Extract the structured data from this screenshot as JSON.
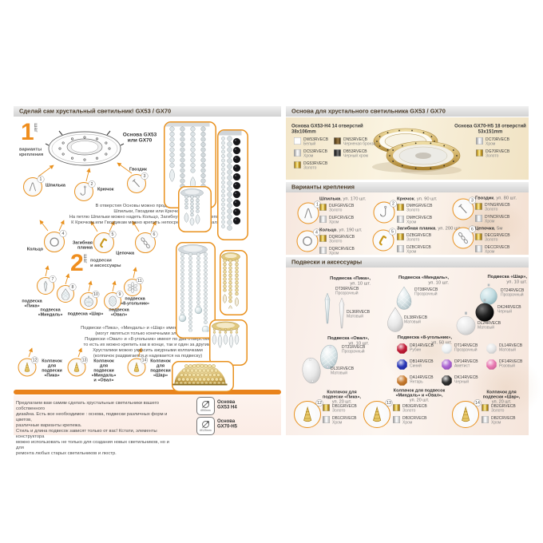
{
  "accent": "#e9911e",
  "left": {
    "header": "Сделай сам хрустальный светильник! GX53 / GX70",
    "step1": {
      "num": "1",
      "word": "шаг",
      "label": "варианты\nкрепления"
    },
    "step2": {
      "num": "2",
      "word": "шаг",
      "label": "подвески\nи аксессуары"
    },
    "base_label": "Основа GX53\nили GX70",
    "callouts": [
      {
        "n": "1",
        "label": "Шпилька",
        "icon": "hairpin"
      },
      {
        "n": "2",
        "label": "Крючок",
        "icon": "hook"
      },
      {
        "n": "3",
        "label": "Гвоздик",
        "icon": "nail"
      },
      {
        "n": "4",
        "label": "Кольцо",
        "icon": "ring"
      },
      {
        "n": "5",
        "label": "Загибная\nпланка",
        "icon": "clip"
      },
      {
        "n": "6",
        "label": "Цепочка",
        "icon": "chain"
      },
      {
        "n": "7",
        "label": "подвеска\n«Пика»",
        "icon": "pike"
      },
      {
        "n": "8",
        "label": "подвеска\n«Миндаль»",
        "icon": "almond"
      },
      {
        "n": "10",
        "label": "подвеска «Шар»",
        "icon": "ball"
      },
      {
        "n": "9",
        "label": "подвеска\n«Овал»",
        "icon": "oval"
      },
      {
        "n": "11",
        "label": "подвеска\n«8-угольник»",
        "icon": "octagon"
      },
      {
        "n": "12",
        "label": "Колпачок\nдля\nподвески\n«Пика»",
        "icon": "cap"
      },
      {
        "n": "13",
        "label": "Колпачок\nдля\nподвески\n«Миндаль»\nи «Овал»",
        "icon": "cap"
      },
      {
        "n": "14",
        "label": "Колпачок\nдля\nподвески\n«Шар»",
        "icon": "cap"
      }
    ],
    "para1": "В отверстия Основы можно продеть и закрепить\nШпильки, Гвоздики или Крючки.\nНа петлю Шпильки можно надеть Кольцо, Загибную планку или Цепочку.\nК Крючкам или Гвоздикам можно крепить непосредственно кристаллы.",
    "para2": "Подвески «Пика», «Миндаль» и «Шар» имеют одно отверстие\n(могут являться только конечными элементами).\nПодвески «Овал» и «8-угольник» имеют по два отверстия,\nто есть их можно крепить как в конце, так и один за другим.\nХрусталики можно украсить ажурными колпачками\n(колпачок раздвигается и надевается на подвеску)",
    "para3": "Предлагаем вам самим сделать хрустальные светильники вашего собственного\nдизайна. Есть все необходимое : основа, подвески различных форм и цветов,\nразличные варианты крепежа.\nСтиль и длина подвесок зависят только от вас! Кстати, элементы конструктора\nможно использовать не только для создания новых светильников, но и для\nремонта любых старых светильников и люстр.",
    "stamps": [
      {
        "dia": "Ø90mm",
        "label": "Основа\nGX53 H4"
      },
      {
        "dia": "Ø125mm",
        "label": "Основа\nGX70-H5"
      }
    ]
  },
  "right": {
    "header": "Основа для хрустального светильника GX53 / GX70",
    "base53": {
      "title": "Основа GX53-H4 14 отверстий\n38x106mm",
      "items": [
        {
          "code": "DW53RVECB",
          "name": "Белый",
          "sw": "white"
        },
        {
          "code": "DC53RVECB",
          "name": "Хром",
          "sw": "chrome"
        },
        {
          "code": "DG53RVECB",
          "name": "Золото",
          "sw": "gold"
        }
      ],
      "items2": [
        {
          "code": "DN53RVECB",
          "name": "Черненая бронза",
          "sw": "bronze"
        },
        {
          "code": "DB53RVECB",
          "name": "Черный хром",
          "sw": "blackchrome"
        }
      ]
    },
    "base70": {
      "title": "Основа GX70-H5 18 отверстий\n53x151mm",
      "items": [
        {
          "code": "DC70RVECB",
          "name": "Хром",
          "sw": "chrome"
        },
        {
          "code": "DG70RVECB",
          "name": "Золото",
          "sw": "gold"
        }
      ]
    },
    "sec_fasteners": "Варианты крепления",
    "fasteners": [
      {
        "n": "1",
        "title": "Шпилька",
        "qty": ", уп. 170 шт.",
        "icon": "hairpin",
        "items": [
          {
            "code": "DUFGRVECB",
            "name": "Золото",
            "sw": "gold"
          },
          {
            "code": "DUFCRVECB",
            "name": "Хром",
            "sw": "chrome"
          }
        ]
      },
      {
        "n": "2",
        "title": "Крючок",
        "qty": ", уп. 90 шт.",
        "icon": "hook",
        "items": [
          {
            "code": "DMHGRVECB",
            "name": "Золото",
            "sw": "gold"
          },
          {
            "code": "DMHCRVECB",
            "name": "Хром",
            "sw": "chrome"
          }
        ]
      },
      {
        "n": "3",
        "title": "Гвоздик",
        "qty": ", уп. 80 шт.",
        "icon": "nail",
        "items": [
          {
            "code": "DYNGRVECB",
            "name": "Золото",
            "sw": "gold"
          },
          {
            "code": "DYNCRVECB",
            "name": "Хром",
            "sw": "chrome"
          }
        ]
      },
      {
        "n": "4",
        "title": "Кольцо",
        "qty": ", уп. 190 шт.",
        "icon": "ring",
        "items": [
          {
            "code": "DQRGRVECB",
            "name": "Золото",
            "sw": "gold"
          },
          {
            "code": "DQRCRVECB",
            "name": "Хром",
            "sw": "chrome"
          }
        ]
      },
      {
        "n": "5",
        "title": "Загибная планка",
        "qty": ", уп. 200 шт.",
        "icon": "clip",
        "items": [
          {
            "code": "DZBGRVECB",
            "name": "Золото",
            "sw": "gold"
          },
          {
            "code": "DZBCRVECB",
            "name": "Хром",
            "sw": "chrome"
          }
        ]
      },
      {
        "n": "6",
        "title": "Цепочка",
        "qty": ", 5м",
        "icon": "chain",
        "items": [
          {
            "code": "DECGRVECB",
            "name": "Золото",
            "sw": "gold"
          },
          {
            "code": "DECCRVECB",
            "name": "Хром",
            "sw": "chrome"
          }
        ]
      }
    ],
    "sec_pendants": "Подвески и аксессуары",
    "pendants": [
      {
        "n": "7",
        "title": "Подвеска «Пика»,",
        "qty": "уп. 10 шт.",
        "variants": [
          {
            "code": "DT36RVECB",
            "name": "Прозрачный"
          },
          {
            "code": "DL36RVECB",
            "name": "Матовый"
          }
        ]
      },
      {
        "n": "8",
        "title": "Подвеска «Миндаль»,",
        "qty": "уп. 10 шт.",
        "variants": [
          {
            "code": "DT38RVECB",
            "name": "Прозрачный"
          },
          {
            "code": "DL38RVECB",
            "name": "Матовый"
          }
        ]
      },
      {
        "n": "10",
        "title": "Подвеска «Шар»,",
        "qty": "уп. 10 шт.",
        "variants": [
          {
            "code": "DT24RVECB",
            "name": "Прозрачный"
          },
          {
            "code": "DK24RVECB",
            "name": "Черный"
          },
          {
            "code": "DL24RVECB",
            "name": "Матовый"
          }
        ]
      },
      {
        "n": "9",
        "title": "Подвеска «Овал»,",
        "qty": "уп. 10 шт.",
        "variants": [
          {
            "code": "DT31RVECB",
            "name": "Прозрачный"
          },
          {
            "code": "DL31RVECB",
            "name": "Матовый"
          }
        ]
      }
    ],
    "octagon": {
      "n": "11",
      "title": "Подвеска «8-угольник»,",
      "qty": "уп. 50 шт.",
      "items": [
        {
          "code": "DR14RVECB",
          "name": "Рубин",
          "color": "#b8001e"
        },
        {
          "code": "DB14RVECB",
          "name": "Синий",
          "color": "#101fae"
        },
        {
          "code": "DA14RVECB",
          "name": "Янтарь",
          "color": "#c06a14"
        },
        {
          "code": "DT14RVECB",
          "name": "Прозрачный",
          "color": "#eef2f4"
        },
        {
          "code": "DP14RVECB",
          "name": "Аметист",
          "color": "#a050cc"
        },
        {
          "code": "DK14RVECB",
          "name": "Черный",
          "color": "#141414"
        },
        {
          "code": "DL14RVECB",
          "name": "Матовый",
          "color": "#e4e4e4"
        },
        {
          "code": "DF14RVECB",
          "name": "Розовый",
          "color": "#e667a7"
        }
      ]
    },
    "caps": [
      {
        "n": "12",
        "title": "Колпачок для подвески «Пика»,",
        "qty": "уп. 20 шт.",
        "items": [
          {
            "code": "DB1GRVECB",
            "name": "Золото",
            "sw": "gold"
          },
          {
            "code": "DB1CRVECB",
            "name": "Хром",
            "sw": "chrome"
          }
        ]
      },
      {
        "n": "13",
        "title": "Колпачок для подвесок «Миндаль» и «Овал»,",
        "qty": "уп. 20 шт.",
        "items": [
          {
            "code": "DB3GRVECB",
            "name": "Золото",
            "sw": "gold"
          },
          {
            "code": "DB3CRVECB",
            "name": "Хром",
            "sw": "chrome"
          }
        ]
      },
      {
        "n": "14",
        "title": "Колпачок для подвески «Шар»,",
        "qty": "уп. 20 шт.",
        "items": [
          {
            "code": "DB2GRVECB",
            "name": "Золото",
            "sw": "gold"
          },
          {
            "code": "DB2CRVECB",
            "name": "Хром",
            "sw": "chrome"
          }
        ]
      }
    ]
  }
}
